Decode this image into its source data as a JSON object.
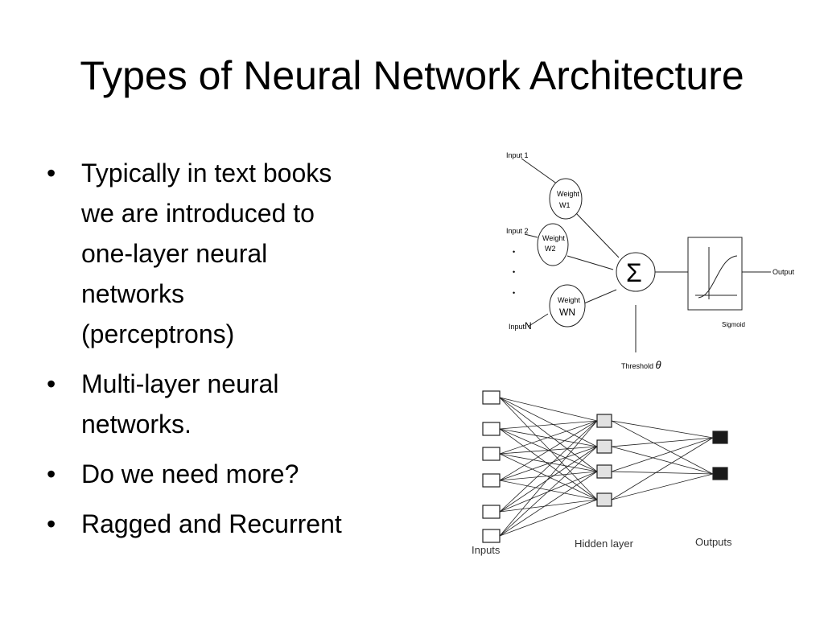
{
  "slide": {
    "title": "Types of Neural Network Architecture",
    "bullets": [
      {
        "lines": [
          "Typically in text books",
          "we are introduced to",
          "one-layer neural",
          "networks",
          "(perceptrons)"
        ]
      },
      {
        "lines": [
          "Multi-layer neural",
          "networks."
        ]
      },
      {
        "lines": [
          "Do we need more?"
        ]
      },
      {
        "lines": [
          "Ragged and Recurrent"
        ]
      }
    ],
    "bullet_glyph": "•"
  },
  "perceptron": {
    "inputs": [
      "Input 1",
      "Input 2",
      "Input"
    ],
    "input_n_suffix": "N",
    "weights": [
      {
        "label": "Weight",
        "sub": "W1"
      },
      {
        "label": "Weight",
        "sub": "W2"
      },
      {
        "label": "Weight",
        "sub": "WN"
      }
    ],
    "sum_symbol": "Σ",
    "threshold_label": "Threshold",
    "threshold_symbol": "θ",
    "activation_label": "Sigmoid",
    "output_label": "Output",
    "ellipsis_dot": "•"
  },
  "multilayer": {
    "input_label": "Inputs",
    "hidden_label": "Hidden layer",
    "output_label": "Outputs"
  },
  "colors": {
    "node_fill": "#e2e2e2",
    "output_fill": "#1a1a1a",
    "line": "#222222"
  }
}
